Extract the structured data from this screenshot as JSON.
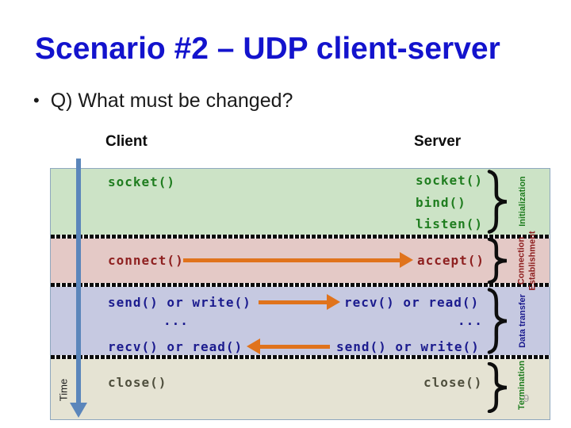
{
  "title": "Scenario #2 – UDP client-server",
  "bullet_glyph": "•",
  "bullet": "Q) What must be changed?",
  "client_header": "Client",
  "server_header": "Server",
  "time_label": "Time",
  "page_number": "9",
  "init": {
    "client_call": "socket()",
    "server_calls": [
      "socket()",
      "bind()",
      "listen()"
    ],
    "label": "Initialization"
  },
  "conn": {
    "client_call": "connect()",
    "server_call": "accept()",
    "label_line1": "Connection",
    "label_line2": "Establishment"
  },
  "transfer": {
    "row1_client": "send() or write()",
    "row1_server": "recv() or read()",
    "ellipsis": "...",
    "row2_client": "recv() or read()",
    "row2_server": "send() or write()",
    "label": "Data transfer"
  },
  "term": {
    "client_call": "close()",
    "server_call": "close()",
    "label": "Termination"
  },
  "colors": {
    "title_blue": "#1313cd",
    "band_initialization": "#cce3c6",
    "band_connection": "#e4c9c6",
    "band_data_transfer": "#c6c9e1",
    "band_termination": "#e5e3d3",
    "text_green": "#1f7d1f",
    "text_maroon": "#8e2020",
    "text_navy": "#1b1b8e",
    "text_olive": "#4f4f3d",
    "arrow_orange": "#e0731c",
    "time_axis_blue": "#5b86bb"
  }
}
